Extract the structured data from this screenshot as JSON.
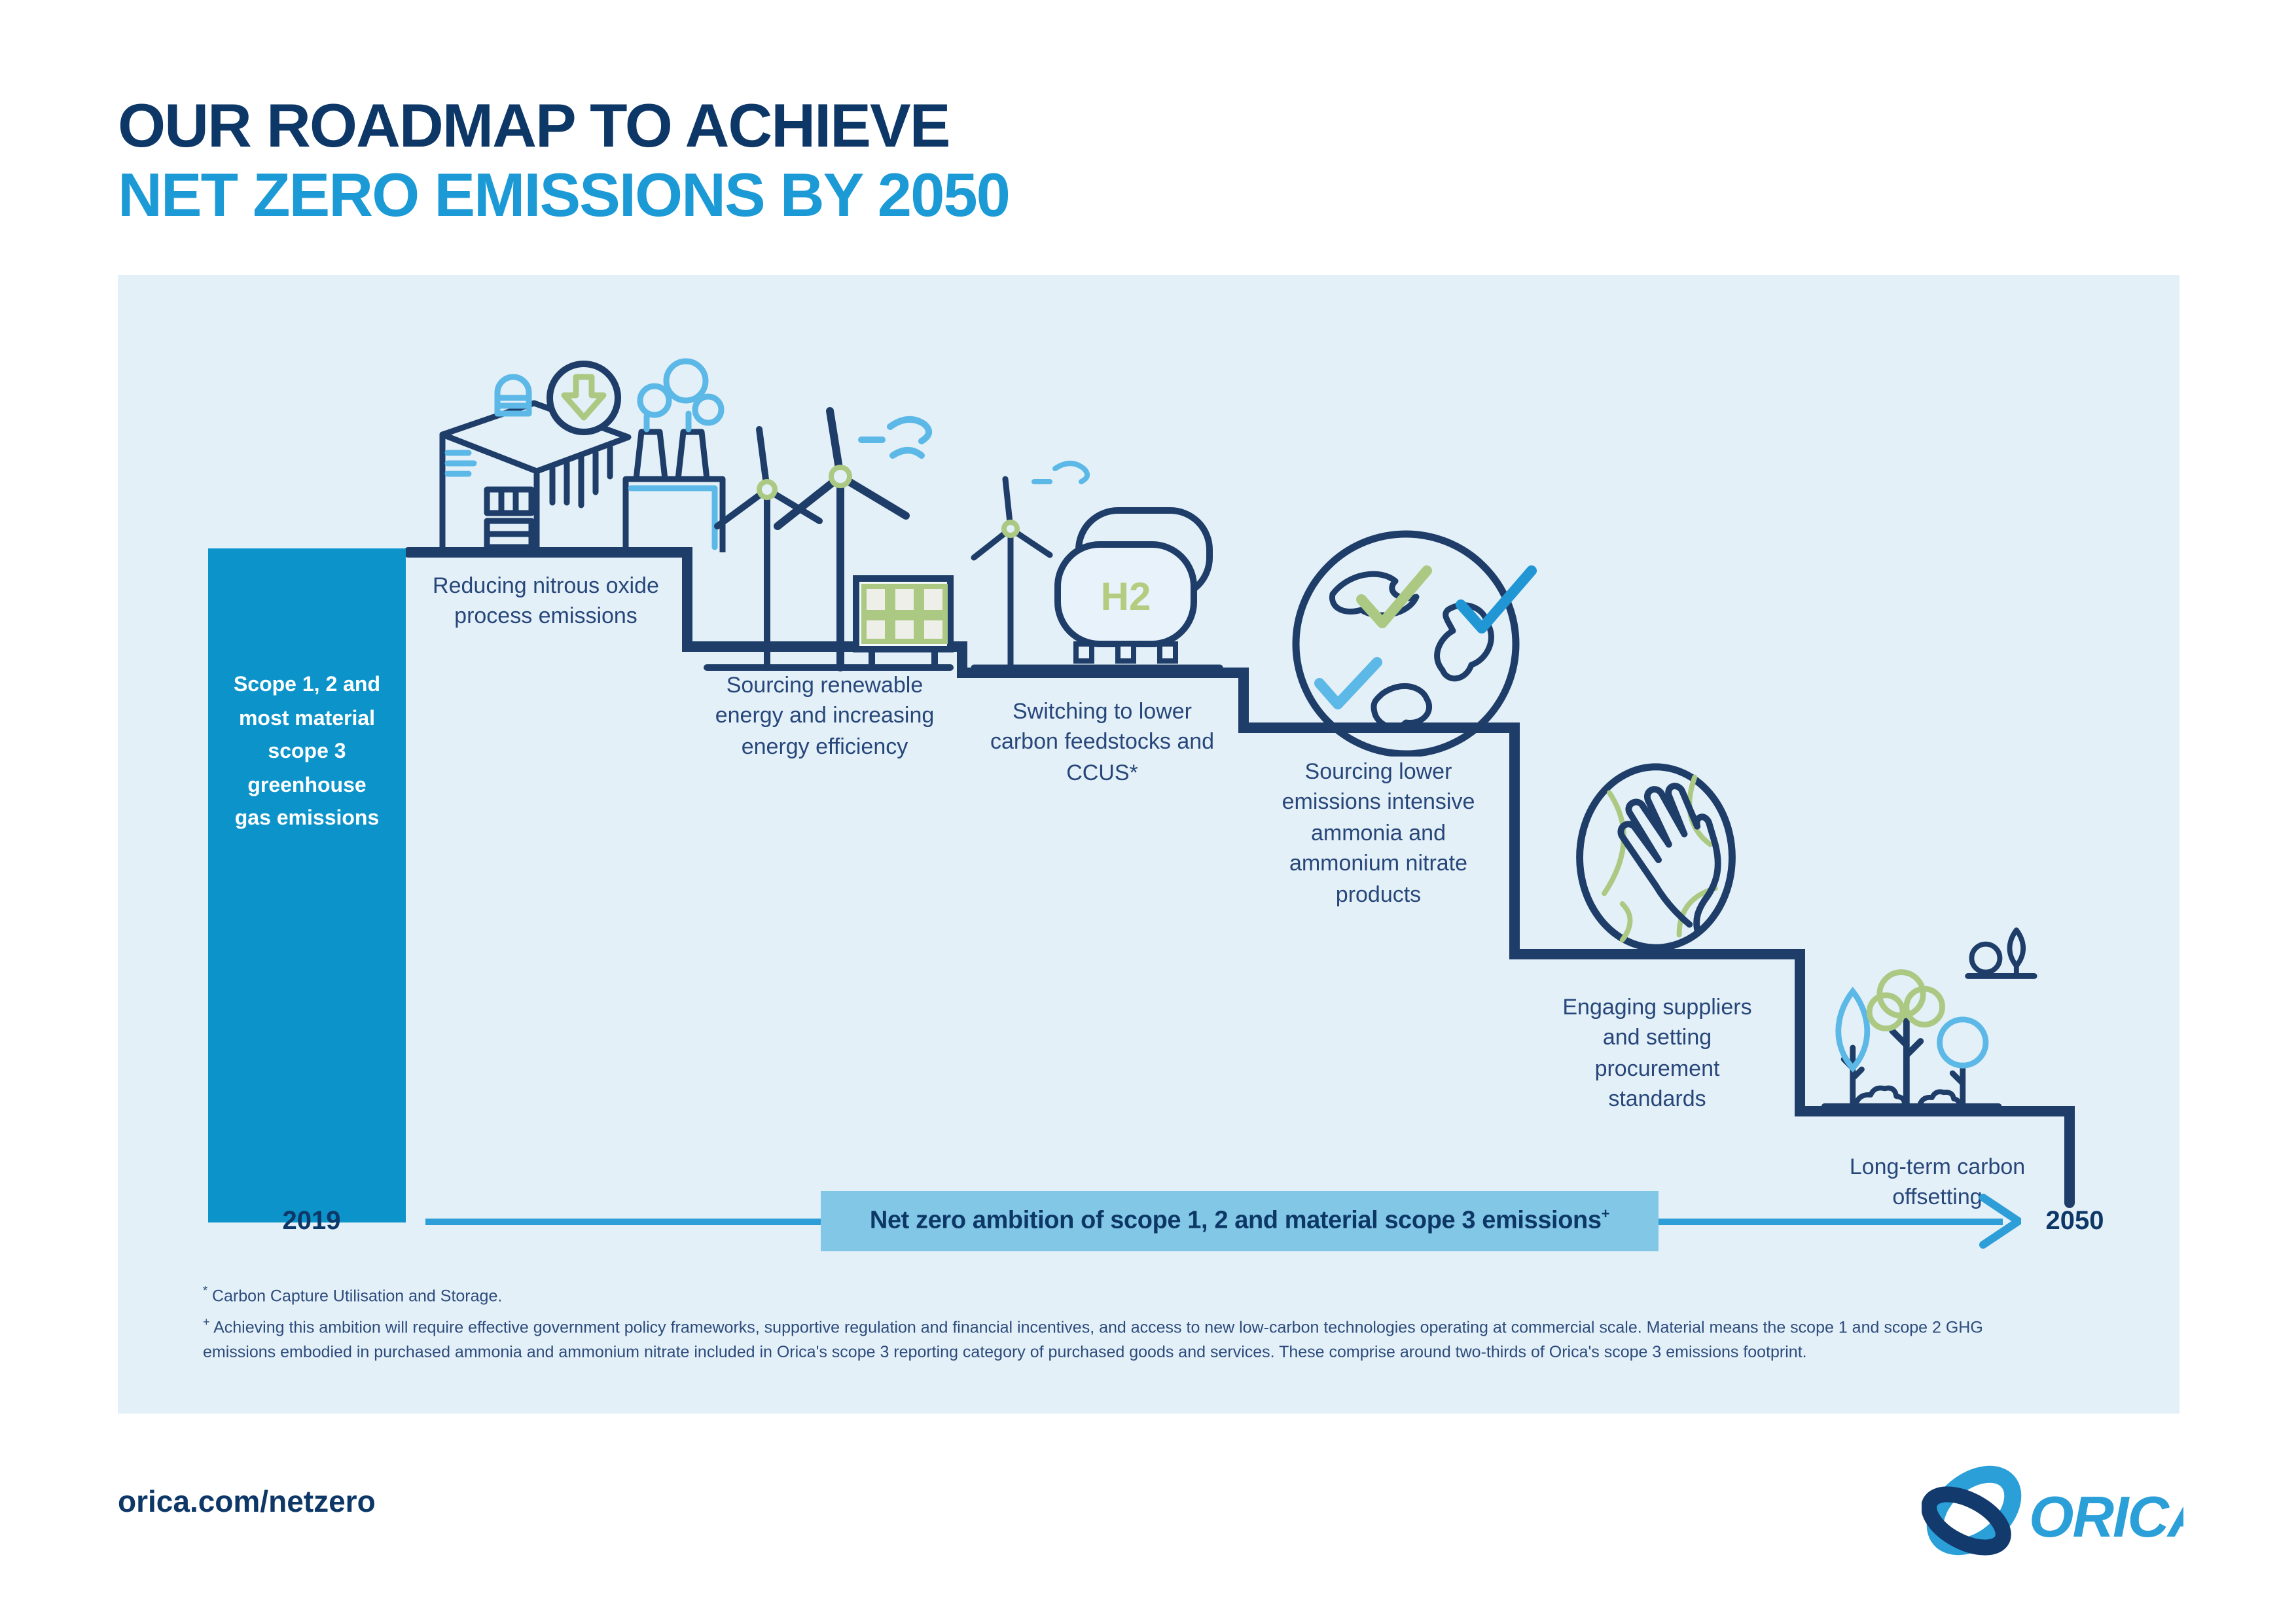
{
  "title": {
    "line1": "OUR ROADMAP TO ACHIEVE",
    "line2": "NET ZERO EMISSIONS BY 2050"
  },
  "scope_box": {
    "label": "Scope 1, 2 and most material scope 3 greenhouse gas emissions",
    "lines": [
      "Scope 1, 2 and",
      "most material",
      "scope 3",
      "greenhouse",
      "gas emissions"
    ]
  },
  "steps": [
    {
      "icon": "factory-emissions-icon",
      "label": "Reducing nitrous oxide process emissions",
      "lines": [
        "Reducing nitrous oxide",
        "process emissions"
      ]
    },
    {
      "icon": "wind-solar-icon",
      "label": "Sourcing renewable energy and increasing energy efficiency",
      "lines": [
        "Sourcing renewable",
        "energy and increasing",
        "energy efficiency"
      ]
    },
    {
      "icon": "hydrogen-tank-icon",
      "label": "Switching to lower carbon feedstocks and CCUS*",
      "lines": [
        "Switching to lower",
        "carbon feedstocks and",
        "CCUS*"
      ]
    },
    {
      "icon": "globe-checkmarks-icon",
      "label": "Sourcing lower emissions intensive ammonia and ammonium nitrate products",
      "lines": [
        "Sourcing lower",
        "emissions intensive",
        "ammonia and",
        "ammonium nitrate",
        "products"
      ]
    },
    {
      "icon": "supplier-hand-icon",
      "label": "Engaging suppliers and setting procurement standards",
      "lines": [
        "Engaging suppliers",
        "and setting",
        "procurement",
        "standards"
      ]
    },
    {
      "icon": "offset-trees-icon",
      "label": "Long-term carbon offsetting",
      "lines": [
        "Long-term carbon",
        "offsetting"
      ]
    }
  ],
  "icons": {
    "h2_label": "H2"
  },
  "timeline": {
    "start_year": "2019",
    "end_year": "2050",
    "banner": "Net zero ambition of scope 1, 2 and material scope 3 emissions",
    "banner_superscript": "+"
  },
  "footnotes": [
    {
      "marker": "*",
      "text": " Carbon Capture Utilisation and Storage."
    },
    {
      "marker": "+",
      "text": " Achieving this ambition will require effective government policy frameworks, supportive regulation and financial incentives, and access to new low-carbon technologies operating at commercial scale. Material means the scope 1 and scope 2 GHG emissions embodied in purchased ammonia and ammonium nitrate included in Orica's scope 3 reporting category of purchased goods and services. These comprise around two-thirds of Orica's scope 3 emissions footprint."
    }
  ],
  "footer": {
    "link": "orica.com/netzero",
    "logo_text": "ORICA"
  },
  "colors": {
    "navy": "#0d3767",
    "label_navy": "#27477a",
    "line_navy": "#1e3d69",
    "panel_bg": "#e4f0f8",
    "scope_box_bg": "#0c94ca",
    "banner_bg": "#82c7e6",
    "arrow_blue": "#2d9ed8",
    "title_blue": "#1b9ad6",
    "accent_green": "#abc983",
    "accent_light_blue": "#5cb8e6",
    "accent_mid_blue": "#2196d4"
  }
}
